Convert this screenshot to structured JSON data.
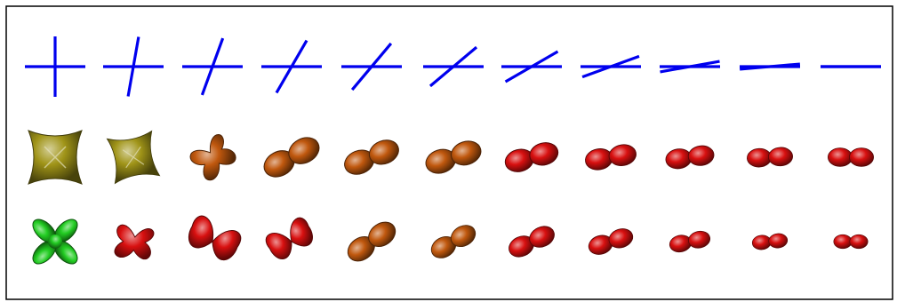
{
  "figure": {
    "columns": 11,
    "cross_tilt_deg": [
      0,
      10,
      20,
      30,
      40,
      50,
      60,
      70,
      80,
      85,
      90
    ],
    "rows": [
      {
        "id": "cross-row",
        "kind": "crossed-lines",
        "color": "#0000ee"
      },
      {
        "id": "glyph-row-middle",
        "kind": "shaded-glyph",
        "shapes": [
          "square-star",
          "square-star",
          "four-lobe",
          "bilobe",
          "bilobe",
          "bilobe",
          "bilobe",
          "bilobe",
          "bilobe",
          "bilobe",
          "bilobe"
        ],
        "colors": [
          "#a09418",
          "#a09418",
          "#c0580e",
          "#c0580e",
          "#c0580e",
          "#c0580e",
          "#d81010",
          "#d81010",
          "#d81010",
          "#d81010",
          "#d81010"
        ]
      },
      {
        "id": "glyph-row-bottom",
        "kind": "shaded-glyph",
        "shapes": [
          "clover",
          "four-lobe",
          "bowtie",
          "bowtie",
          "bilobe",
          "bilobe",
          "bilobe",
          "bilobe",
          "bilobe",
          "bilobe",
          "bilobe"
        ],
        "colors": [
          "#22cc22",
          "#d81010",
          "#d81010",
          "#d81010",
          "#c0580e",
          "#c0580e",
          "#d81010",
          "#d81010",
          "#d81010",
          "#d81010",
          "#d81010"
        ]
      }
    ]
  }
}
